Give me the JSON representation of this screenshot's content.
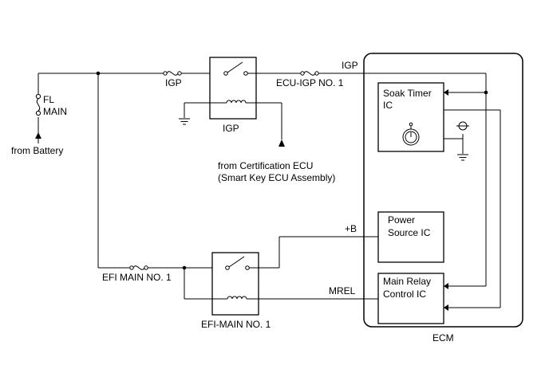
{
  "labels": {
    "fl": "FL",
    "main": "MAIN",
    "from_battery": "from Battery",
    "igp_fuse": "IGP",
    "igp_relay": "IGP",
    "ecu_igp_fuse": "ECU-IGP NO. 1",
    "igp_line": "IGP",
    "cert_line1": "from Certification ECU",
    "cert_line2": "(Smart Key ECU Assembly)",
    "soak_line1": "Soak Timer",
    "soak_line2": "IC",
    "power_line1": "Power",
    "power_line2": "Source IC",
    "plus_b": "+B",
    "mrel": "MREL",
    "mrc_line1": "Main Relay",
    "mrc_line2": "Control IC",
    "efi_main_fuse": "EFI MAIN NO. 1",
    "efi_main_relay": "EFI-MAIN NO. 1",
    "ecm": "ECM"
  }
}
